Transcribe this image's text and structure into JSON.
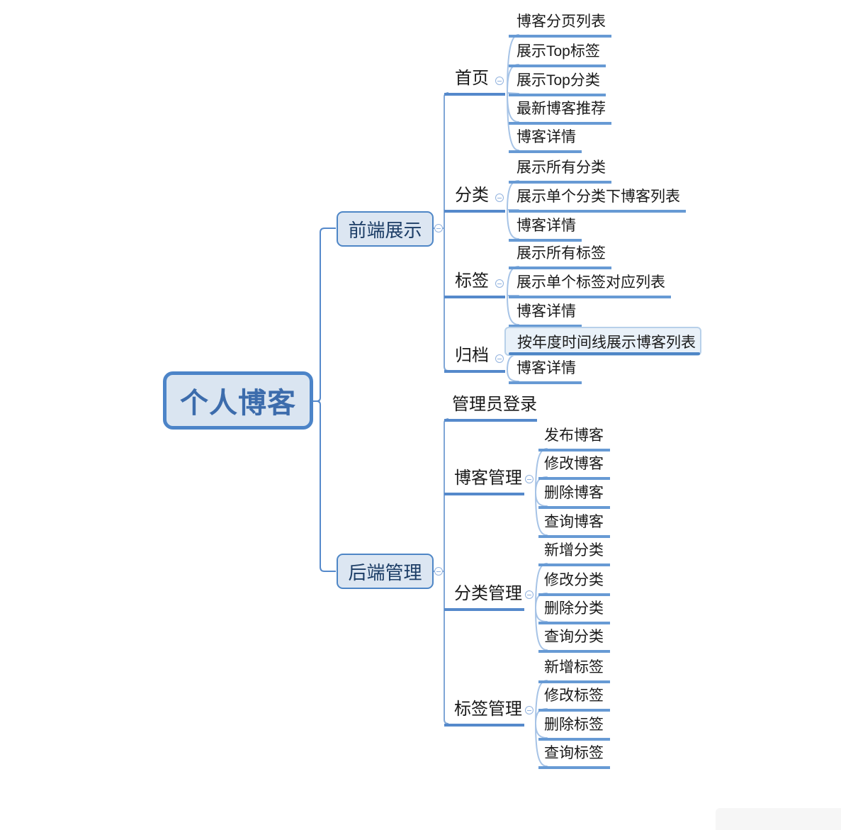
{
  "root": {
    "label": "个人博客"
  },
  "front": {
    "label": "前端展示",
    "home": {
      "label": "首页",
      "children": [
        "博客分页列表",
        "展示Top标签",
        "展示Top分类",
        "最新博客推荐",
        "博客详情"
      ]
    },
    "category": {
      "label": "分类",
      "children": [
        "展示所有分类",
        "展示单个分类下博客列表",
        "博客详情"
      ]
    },
    "tag": {
      "label": "标签",
      "children": [
        "展示所有标签",
        "展示单个标签对应列表",
        "博客详情"
      ]
    },
    "archive": {
      "label": "归档",
      "children": [
        "按年度时间线展示博客列表",
        "博客详情"
      ],
      "highlighted_child": "按年度时间线展示博客列表"
    }
  },
  "back": {
    "label": "后端管理",
    "admin_login": {
      "label": "管理员登录"
    },
    "blog_mgmt": {
      "label": "博客管理",
      "children": [
        "发布博客",
        "修改博客",
        "删除博客",
        "查询博客"
      ]
    },
    "category_mgmt": {
      "label": "分类管理",
      "children": [
        "新增分类",
        "修改分类",
        "删除分类",
        "查询分类"
      ]
    },
    "tag_mgmt": {
      "label": "标签管理",
      "children": [
        "新增标签",
        "修改标签",
        "删除标签",
        "查询标签"
      ]
    }
  },
  "colors": {
    "node_fill": "#DCE6F2",
    "node_border": "#4E86C6",
    "root_text": "#3C6CAC",
    "branch_text": "#1C3D66",
    "topic_text": "#1a1a1a",
    "underline_strong": "#5589CB",
    "underline_child": "#679AD4",
    "connector_curve": "#A6C3E6",
    "highlight_fill": "#E9F1F9",
    "highlight_border": "#B7D0E9"
  }
}
